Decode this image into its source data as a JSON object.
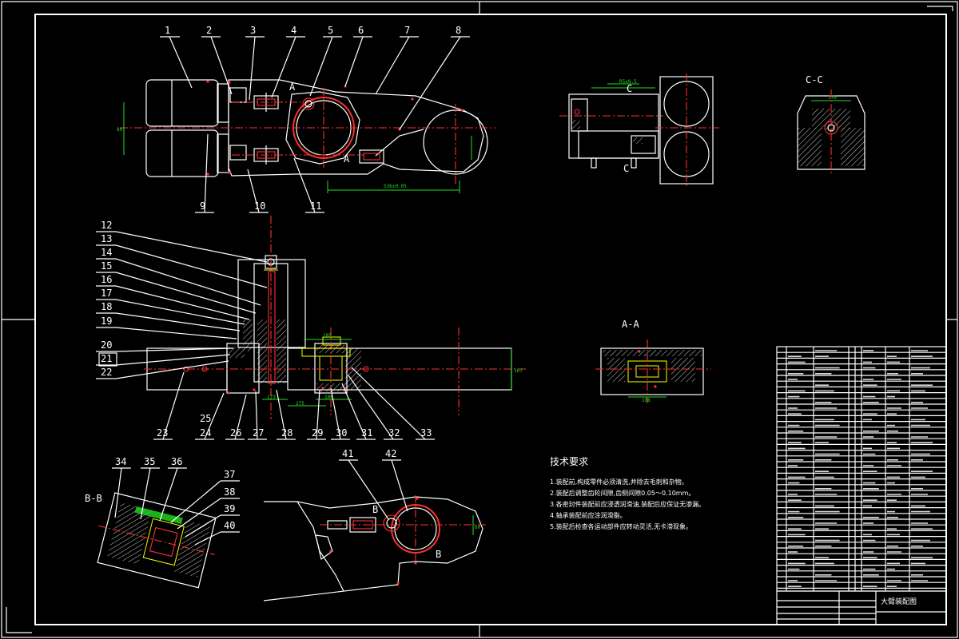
{
  "drawing": {
    "title_block_name": "大臂装配图",
    "tech_requirements_title": "技术要求",
    "tech_requirements": [
      "1.装配前,构成零件必须清洗,并除去毛刺和杂物。",
      "2.装配后调整齿轮间隙,齿侧间隙0.05～0.10mm。",
      "3.各密封件装配前应浸透润滑油,装配后应保证无渗漏。",
      "4.轴承装配前应涂润滑脂。",
      "5.装配后检查各运动部件应转动灵活,无卡滞现象。"
    ],
    "view_labels": {
      "section_cc": "C-C",
      "section_aa": "A-A",
      "section_bb": "B-B",
      "mark_a_top": "A",
      "mark_a_bottom": "A",
      "mark_c_top": "C",
      "mark_c_bottom": "C",
      "mark_b_top": "B",
      "mark_b_bottom": "B"
    },
    "part_numbers_top": [
      "1",
      "2",
      "3",
      "4",
      "5",
      "6",
      "7",
      "8"
    ],
    "part_numbers_top_bottom": [
      "9",
      "10",
      "11"
    ],
    "part_numbers_left": [
      "12",
      "13",
      "14",
      "15",
      "16",
      "17",
      "18",
      "19",
      "20",
      "21",
      "22"
    ],
    "part_numbers_mid_bottom": [
      "23",
      "24",
      "25",
      "26",
      "27",
      "28",
      "29",
      "30",
      "31",
      "32",
      "33"
    ],
    "part_numbers_bb": [
      "34",
      "35",
      "36",
      "37",
      "38",
      "39",
      "40"
    ],
    "part_numbers_detail": [
      "41",
      "42"
    ],
    "dimensions": {
      "d_top_length": "536±0.05",
      "d_top_vert": "80",
      "d_top_small": "80",
      "d_cc_width": "170",
      "d_right_top": "R5±0.5",
      "d_mid_185": "185",
      "d_mid_275": "275",
      "d_mid_173": "173",
      "d_mid_108": "108",
      "d_mid_vert": "167",
      "d_aa": "108",
      "d_detail": "60"
    }
  }
}
